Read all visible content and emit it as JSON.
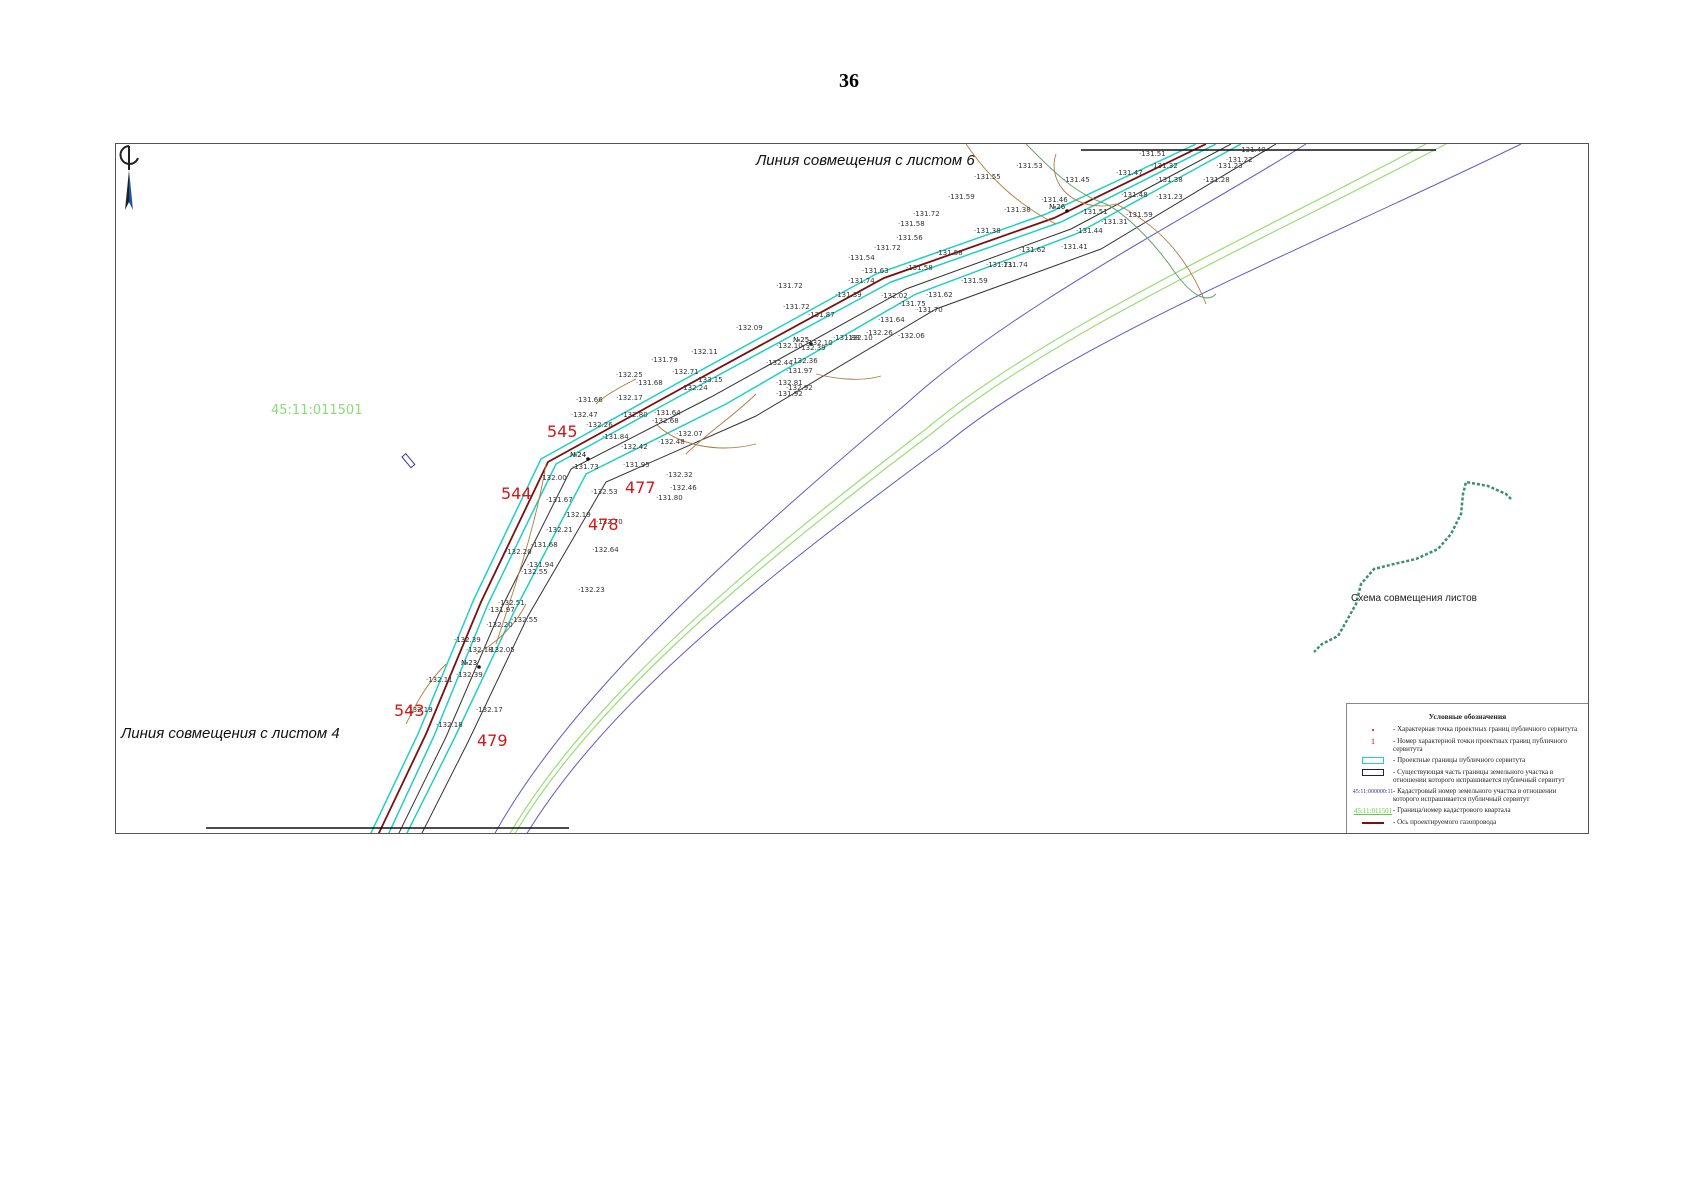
{
  "page": {
    "number": "36"
  },
  "map": {
    "combine_top": "Линия совмещения с листом 6",
    "combine_bottom": "Линия совмещения с листом 4",
    "quarter": "45:11:011501",
    "scheme_label": "Схема совмещения листов",
    "points": [
      "545",
      "544",
      "477",
      "478",
      "543",
      "479"
    ],
    "wells": [
      "№26",
      "№25",
      "№24",
      "№23"
    ],
    "elevations": [
      "131.51",
      "131.22",
      "131.40",
      "131.53",
      "131.32",
      "131.23",
      "131.55",
      "131.45",
      "131.47",
      "131.38",
      "131.28",
      "131.59",
      "131.46",
      "131.48",
      "131.23",
      "131.72",
      "131.38",
      "131.51",
      "131.31",
      "131.59",
      "131.58",
      "131.38",
      "131.44",
      "131.56",
      "131.41",
      "131.72",
      "131.58",
      "131.62",
      "131.54",
      "131.74",
      "131.58",
      "131.71",
      "131.63",
      "131.74",
      "131.59",
      "131.72",
      "131.39",
      "131.62",
      "132.02",
      "131.75",
      "131.70",
      "131.87",
      "131.72",
      "131.64",
      "132.09",
      "132.26",
      "132.06",
      "131.88",
      "132.10",
      "132.39",
      "132.10",
      "132.10",
      "131.79",
      "132.11",
      "132.36",
      "132.25",
      "131.97",
      "132.44",
      "132.71",
      "132.81",
      "132.24",
      "132.92",
      "131.68",
      "133.15",
      "131.92",
      "132.17",
      "131.64",
      "132.80",
      "131.66",
      "132.47",
      "132.26",
      "132.68",
      "132.07",
      "132.48",
      "132.42",
      "131.84",
      "131.95",
      "132.32",
      "131.73",
      "132.46",
      "132.00",
      "131.80",
      "132.53",
      "132.19",
      "131.67",
      "132.70",
      "132.21",
      "131.68",
      "132.64",
      "132.20",
      "131.94",
      "132.55",
      "132.23",
      "132.51",
      "131.97",
      "132.55",
      "132.20",
      "132.39",
      "132.05",
      "132.18",
      "132.11",
      "132.39",
      "132.19",
      "132.17",
      "132.18"
    ]
  },
  "legend": {
    "title": "Условные обозначения",
    "items": [
      "- Характерная точка проектных границ публичного сервитута",
      "- Номер характерной точки проектных границ публичного сервитута",
      "- Проектные границы публичного сервитута",
      "- Существующая часть границы земельного участка в отношении которого испрашивается публичный сервитут",
      "- Кадастровый номер земельного участка в отношении которого испрашивается публичный сервитут",
      "- Граница/номер кадастрового квартала",
      "- Ось проектируемого газопровода"
    ],
    "sym_num": "1",
    "sym_cad": "45:11:000000:11",
    "sym_quart": "45:11:011501"
  },
  "colors": {
    "servitude": "#20d0c0",
    "axis": "#7a1010",
    "road": "#5b5bc8",
    "green_line": "#99dd77",
    "contour": "#b07a40",
    "point": "#d01818",
    "quarter": "#88dd77"
  },
  "icons": {
    "north": "north-arrow-icon"
  }
}
